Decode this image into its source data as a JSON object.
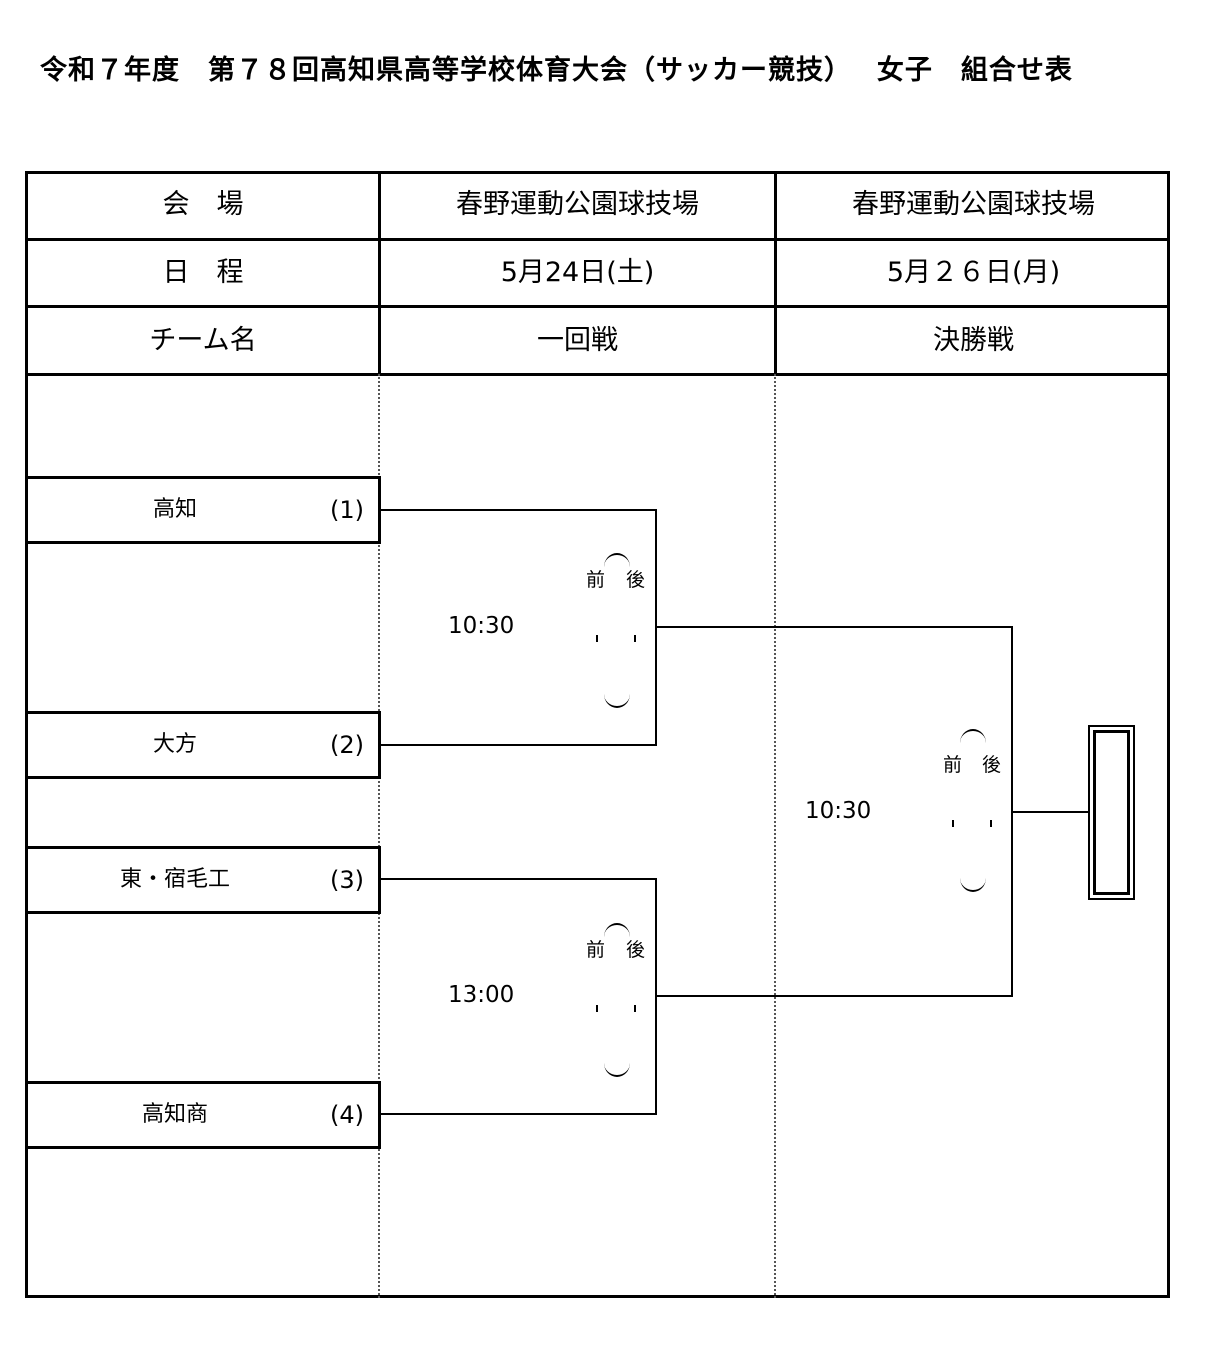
{
  "title": "令和７年度　第７８回高知県高等学校体育大会（サッカー競技）　 女子　組合せ表",
  "header": {
    "venue_label": "会　場",
    "venue_r1": "春野運動公園球技場",
    "venue_final": "春野運動公園球技場",
    "date_label": "日　程",
    "date_r1": "5月24日(土)",
    "date_final": "5月２６日(月)",
    "team_label": "チーム名",
    "round1": "一回戦",
    "final": "決勝戦"
  },
  "teams": [
    {
      "name": "高知",
      "seed": "(1)"
    },
    {
      "name": "大方",
      "seed": "(2)"
    },
    {
      "name": "東・宿毛工",
      "seed": "(3)"
    },
    {
      "name": "高知商",
      "seed": "(4)"
    }
  ],
  "matches": [
    {
      "time": "10:30",
      "first": "前",
      "second": "後"
    },
    {
      "time": "13:00",
      "first": "前",
      "second": "後"
    },
    {
      "time": "10:30",
      "first": "前",
      "second": "後"
    }
  ]
}
